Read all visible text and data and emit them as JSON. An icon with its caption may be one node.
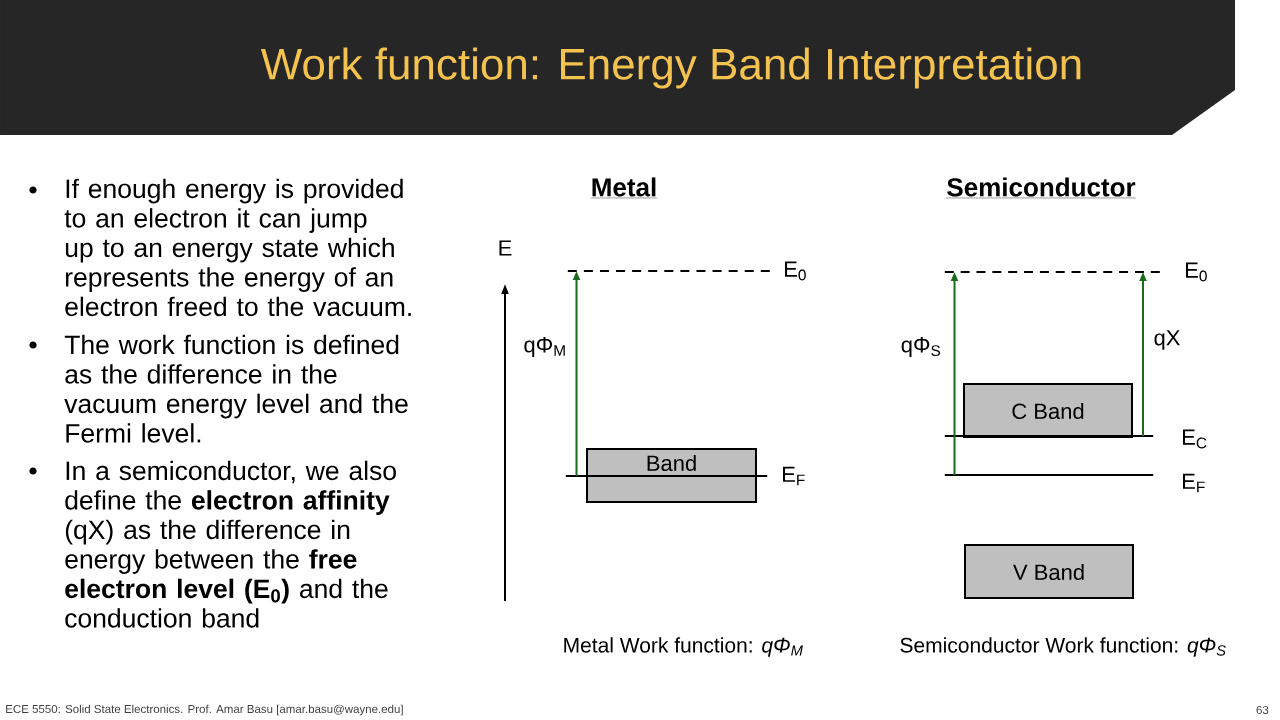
{
  "diagram": {
    "title": "Work function: Energy Band Interpretation",
    "nodes": [
      {
        "text": [],
        "shape": "line",
        "beside": [
          "E$_{0}$"
        ]
      },
      {
        "text": [
          "Band"
        ]
      },
      {
        "text": [],
        "shape": "line",
        "beside": [
          "E$_{F}$"
        ]
      },
      {
        "text": [],
        "shape": "line",
        "beside": [
          "E$_{0}$"
        ]
      },
      {
        "text": [
          "C Band"
        ]
      },
      {
        "text": [],
        "shape": "line",
        "beside": [
          "E$_{C}$"
        ]
      },
      {
        "text": [],
        "shape": "line",
        "beside": [
          "E$_{F}$"
        ]
      },
      {
        "text": [
          "V Band"
        ]
      }
    ],
    "edges": [
      {
        "from": 2,
        "to": 0,
        "arrow": "to",
        "label": "qΦ$_{M}$"
      },
      {
        "from": 6,
        "to": 3,
        "arrow": "to",
        "label": "qΦ$_{S}$"
      },
      {
        "from": 5,
        "to": 3,
        "arrow": "to",
        "label": "qX"
      }
    ],
    "labels": [
      "If enough energy is provided to an electron it can jump up to an energy state which represents the energy of an electron freed to the vacuum.",
      "The work function is defined as the difference in the vacuum energy level and the Fermi level.",
      "In a semiconductor, we also define the **electron affinity** (qX) as the difference in energy between the **free electron level (E$_{0}$)** and the conduction band",
      "Metal",
      "Semiconductor",
      "E",
      "Metal Work function: *qΦ$_{M}$*",
      "Semiconductor Work function: *qΦ$_{S}$*",
      "ECE 5550: Solid State Electronics. Prof. Amar Basu [amar.basu@wayne.edu]",
      "63"
    ]
  }
}
